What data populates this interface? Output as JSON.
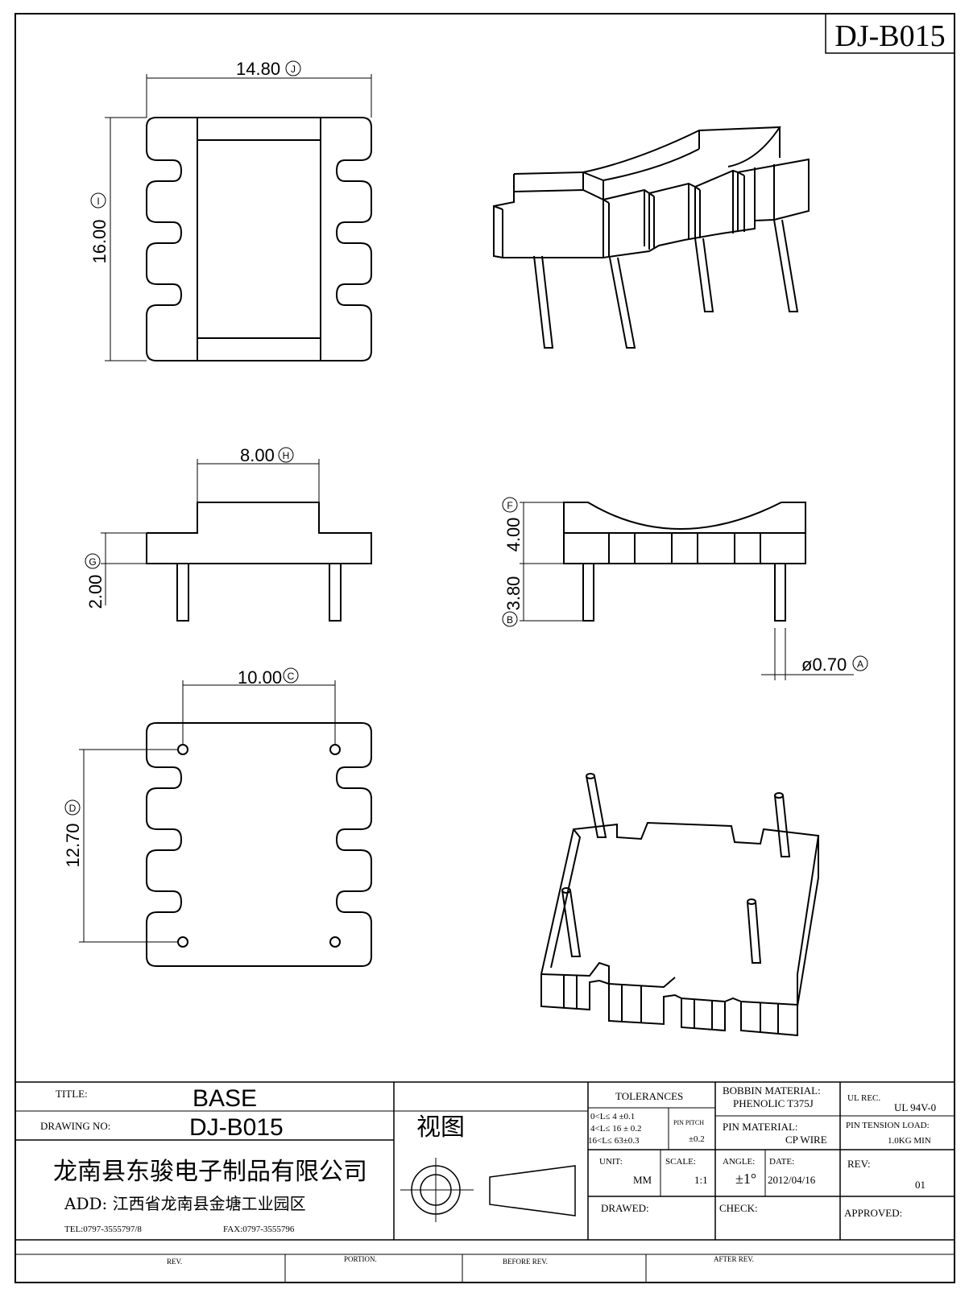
{
  "drawing_code": "DJ-B015",
  "dimensions": {
    "width_top": "14.80",
    "width_top_ref": "J",
    "height_left": "16.00",
    "height_left_ref": "I",
    "inner_width": "8.00",
    "inner_width_ref": "H",
    "base_thickness": "2.00",
    "base_thickness_ref": "G",
    "side_height": "4.00",
    "side_height_ref": "F",
    "pin_length": "3.80",
    "pin_length_ref": "B",
    "pin_diameter": "ø0.70",
    "pin_diameter_ref": "A",
    "pin_span_x": "10.00",
    "pin_span_x_ref": "C",
    "pin_span_y": "12.70",
    "pin_span_y_ref": "D"
  },
  "title_block": {
    "title_label": "TITLE:",
    "title_value": "BASE",
    "drawing_no_label": "DRAWING NO:",
    "drawing_no_value": "DJ-B015",
    "view_label": "视图",
    "company_name": "龙南县东骏电子制品有限公司",
    "address": "ADD: 江西省龙南县金塘工业园区",
    "tel": "TEL:0797-3555797/8",
    "fax": "FAX:0797-3555796",
    "tolerances_label": "TOLERANCES",
    "tol_1": "0<L≤ 4  ±0.1",
    "tol_2": "4<L≤ 16 ±  0.2",
    "tol_3": "16<L≤ 63±0.3",
    "pin_pitch_label": "PIN PITCH",
    "pin_pitch_value": "±0.2",
    "bobbin_material_label": "BOBBIN MATERIAL:",
    "bobbin_material_value": "PHENOLIC T375J",
    "ul_rec_label": "UL REC.",
    "ul_rec_value": "UL  94V-0",
    "pin_material_label": "PIN MATERIAL:",
    "pin_material_value": "CP WIRE",
    "pin_tension_label": "PIN TENSION LOAD:",
    "pin_tension_value": "1.0KG MIN",
    "unit_label": "UNIT:",
    "unit_value": "MM",
    "scale_label": "SCALE:",
    "scale_value": "1:1",
    "angle_label": "ANGLE:",
    "angle_value": "±1°",
    "date_label": "DATE:",
    "date_value": "2012/04/16",
    "rev_label": "REV:",
    "rev_value": "01",
    "drawed_label": "DRAWED:",
    "check_label": "CHECK:",
    "approved_label": "APPROVED:"
  },
  "revision_table": {
    "col_rev": "REV.",
    "col_portion": "PORTION.",
    "col_before": "BEFORE REV.",
    "col_after": "AFTER REV."
  }
}
